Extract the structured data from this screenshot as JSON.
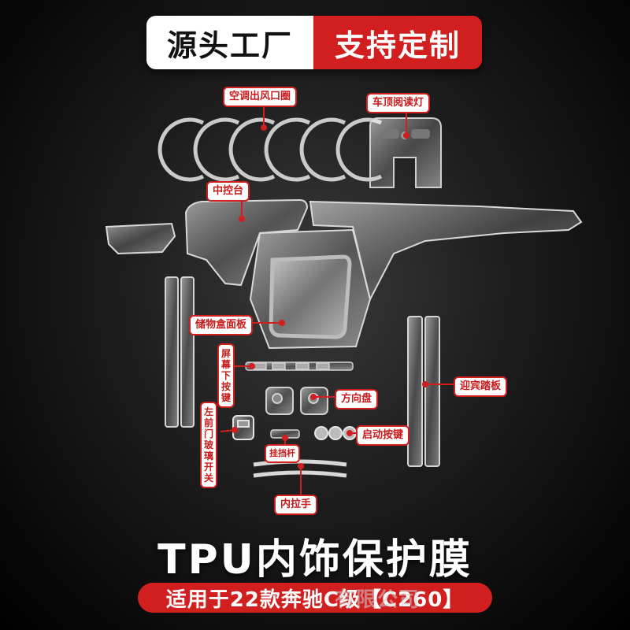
{
  "header": {
    "left": "源头工厂",
    "right": "支持定制"
  },
  "labels": {
    "vent": "空调出风口圈",
    "roof_light": "车顶阅读灯",
    "console": "中控台",
    "storage": "储物盒面板",
    "screen_btn": "屏幕下按键",
    "door_sill": "迎宾踏板",
    "steering": "方向盘",
    "window_switch": "左前门玻璃开关",
    "start_btn": "启动按键",
    "gear": "挂挡杆",
    "handle": "内拉手"
  },
  "title": "TPU内饰保护膜",
  "subtitle": "适用于22款奔驰C级【C260】",
  "watermark": "有限公司",
  "colors": {
    "accent": "#d11f1f",
    "background": "#111111",
    "film": "#e6e6e6"
  }
}
